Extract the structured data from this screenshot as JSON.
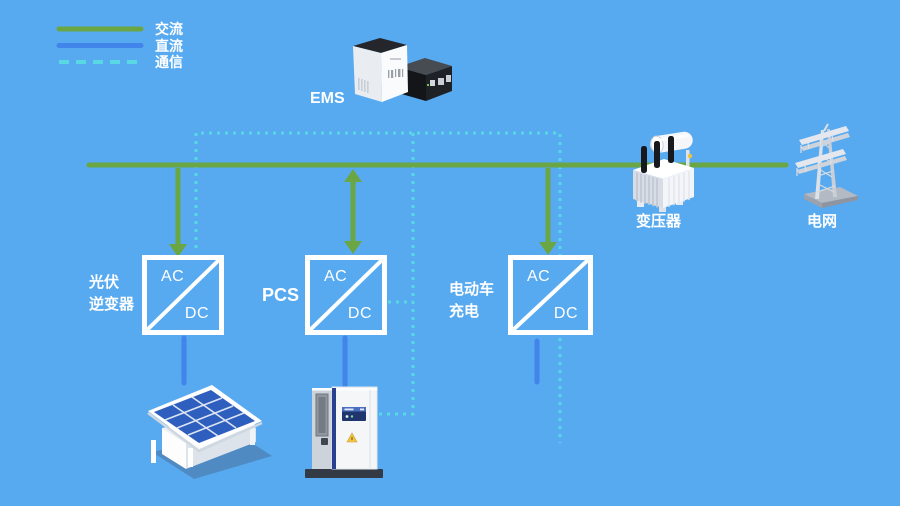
{
  "legend": {
    "ac": {
      "label": "交流",
      "color": "#6aa643",
      "style": "solid"
    },
    "dc": {
      "label": "直流",
      "color": "#4184ea",
      "style": "solid"
    },
    "comm": {
      "label": "通信",
      "color": "#58d8e2",
      "style": "dashed"
    }
  },
  "devices": {
    "ems": {
      "label": "EMS"
    },
    "pv_inverter": {
      "label_line1": "光伏",
      "label_line2": "逆变器",
      "ac": "AC",
      "dc": "DC"
    },
    "pcs": {
      "label": "PCS",
      "ac": "AC",
      "dc": "DC"
    },
    "ev_charger": {
      "label_line1": "电动车",
      "label_line2": "充电",
      "ac": "AC",
      "dc": "DC"
    },
    "transformer": {
      "label": "变压器"
    },
    "grid": {
      "label": "电网"
    }
  },
  "colors": {
    "background": "#57aaf0",
    "ac_line": "#6aa643",
    "dc_line": "#4184ea",
    "comm_line": "#58d8e2",
    "text": "#ffffff"
  }
}
